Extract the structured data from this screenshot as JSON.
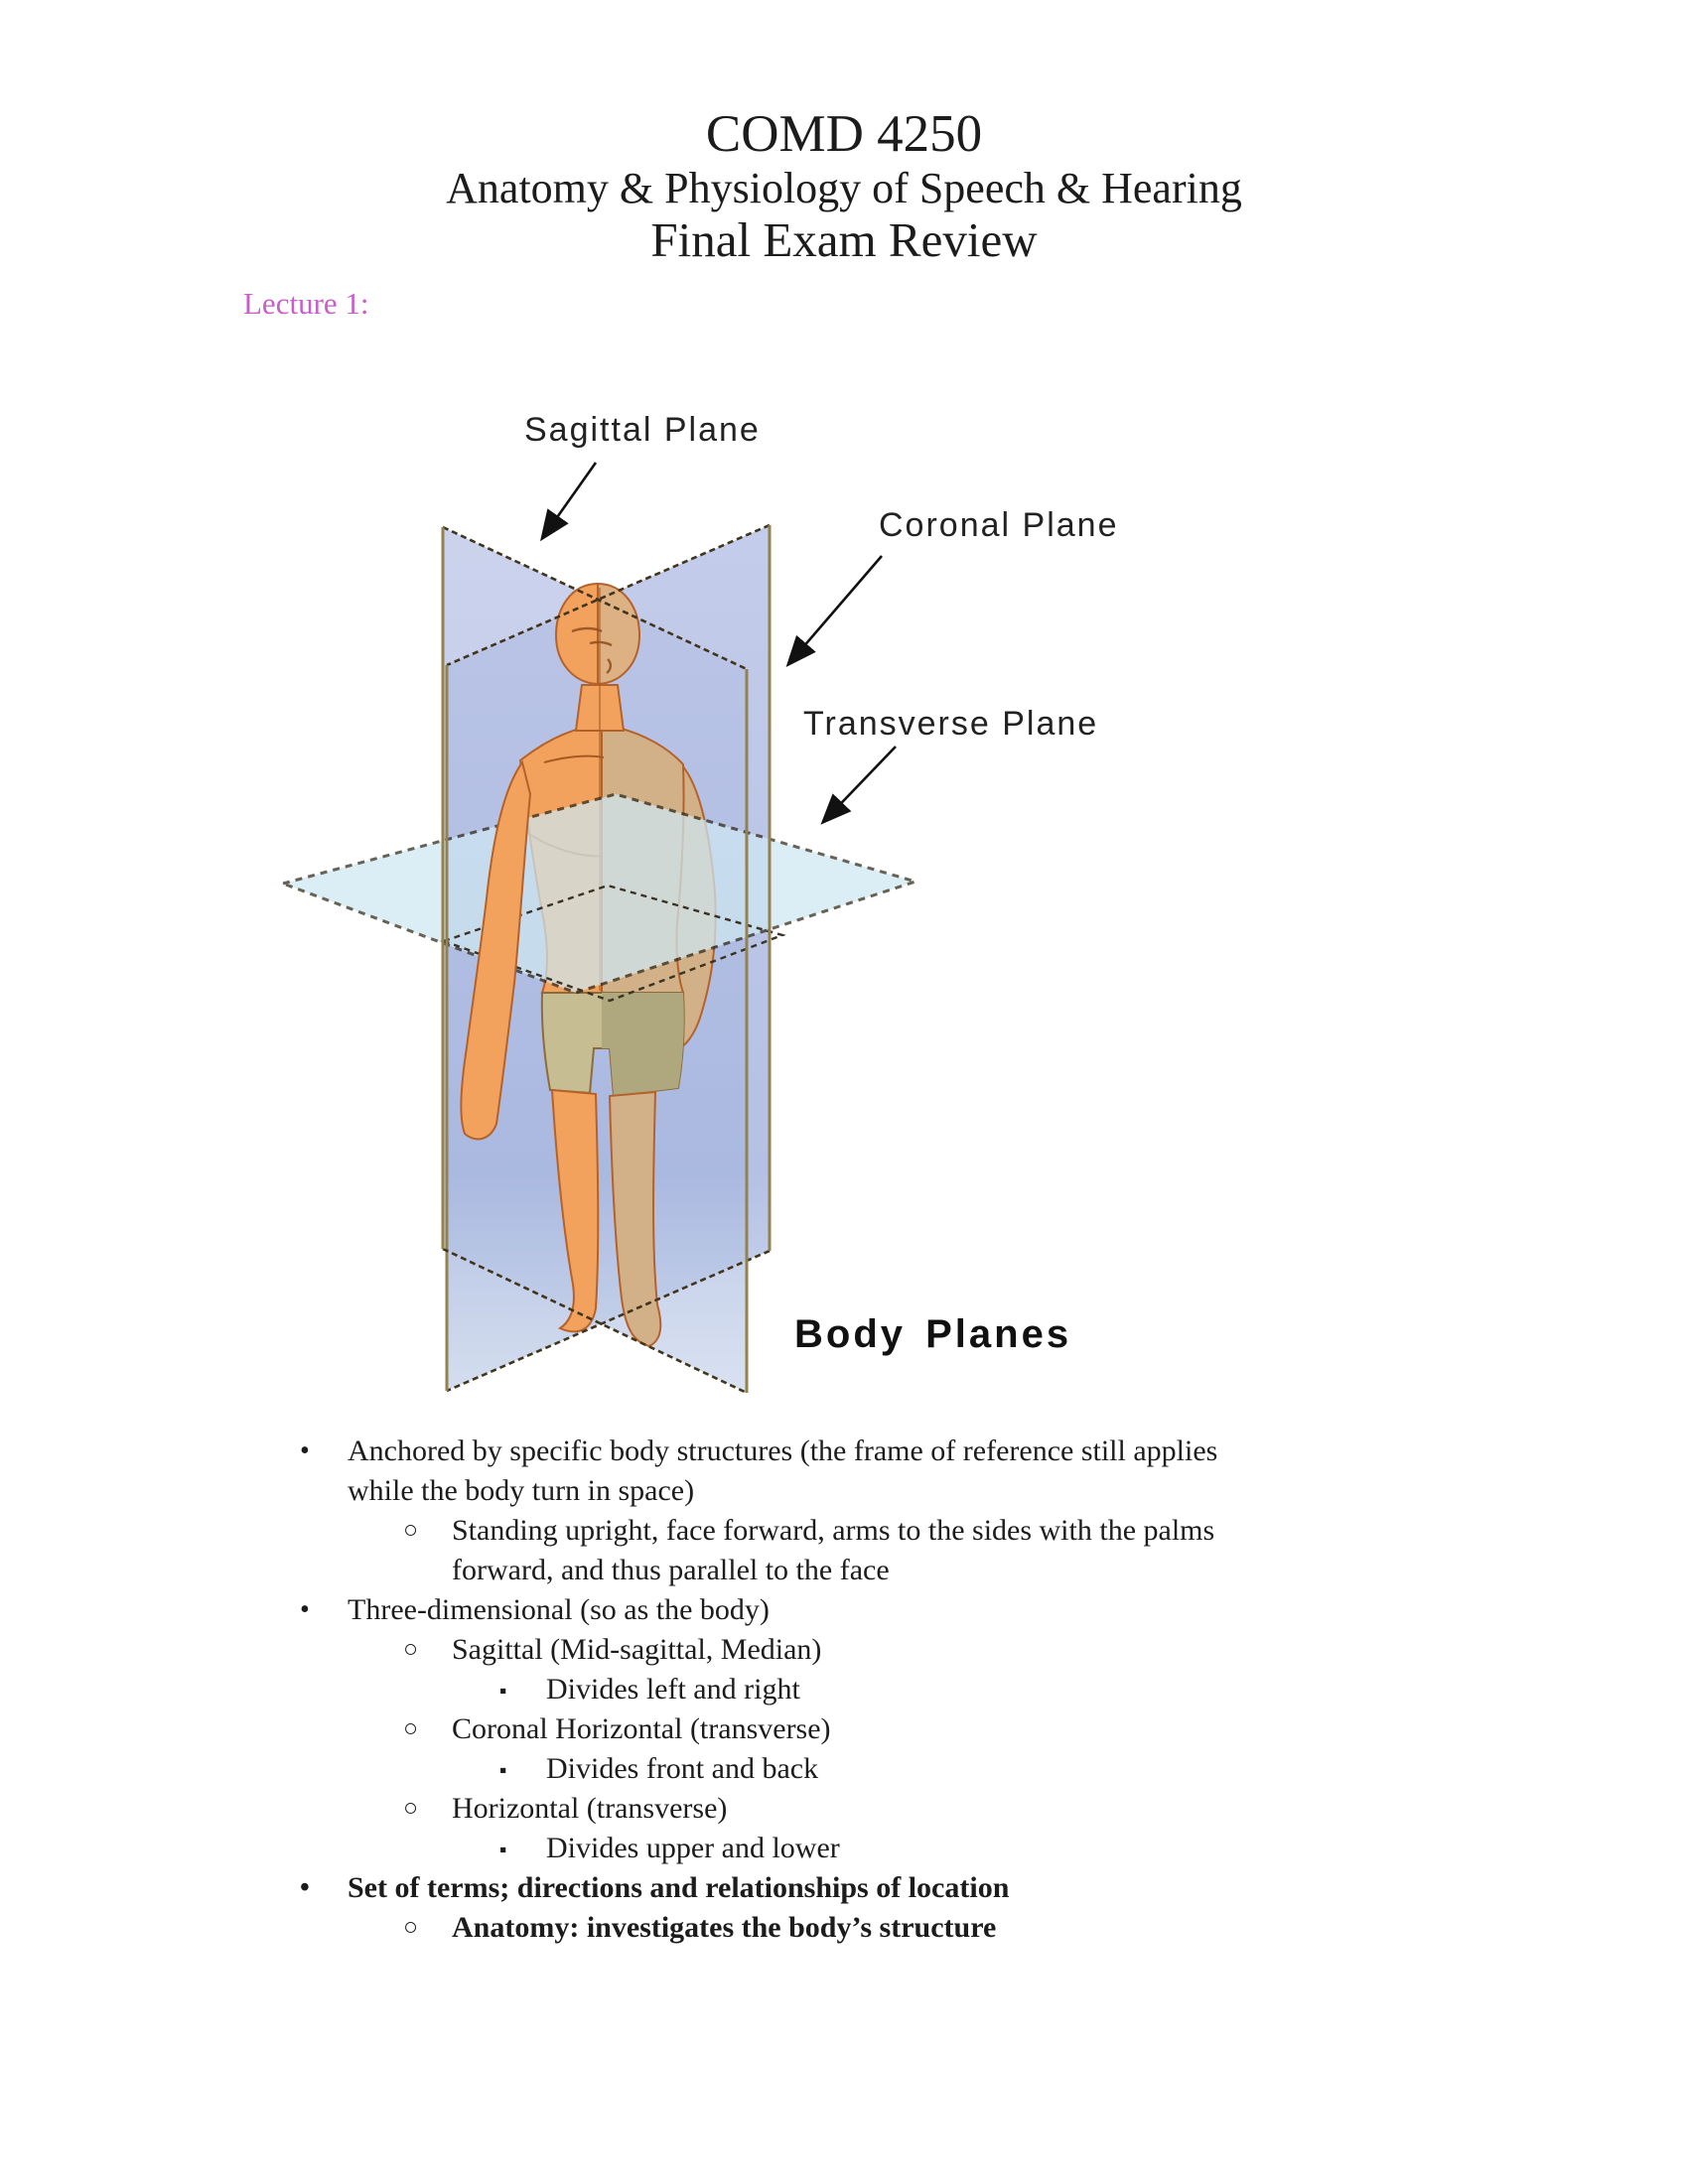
{
  "header": {
    "course_code": "COMD 4250",
    "course_name": "Anatomy & Physiology of Speech & Hearing",
    "document_title": "Final Exam Review"
  },
  "section_label": "Lecture 1:",
  "figure": {
    "labels": {
      "sagittal": "Sagittal Plane",
      "coronal": "Coronal Plane",
      "transverse": "Transverse Plane",
      "caption": "Body Planes"
    }
  },
  "bullets": {
    "markers": {
      "1": "•",
      "2": "○",
      "3": "▪"
    },
    "items": [
      {
        "level": 1,
        "bold": false,
        "lines": [
          "Anchored by specific body structures (the frame of reference still applies",
          "while the body turn in space)"
        ]
      },
      {
        "level": 2,
        "bold": false,
        "lines": [
          "Standing upright, face forward, arms to the sides with the palms",
          "forward, and thus parallel to the face"
        ]
      },
      {
        "level": 1,
        "bold": false,
        "lines": [
          "Three-dimensional (so as the body)"
        ]
      },
      {
        "level": 2,
        "bold": false,
        "lines": [
          "Sagittal (Mid-sagittal, Median)"
        ]
      },
      {
        "level": 3,
        "bold": false,
        "lines": [
          "Divides left and right"
        ]
      },
      {
        "level": 2,
        "bold": false,
        "lines": [
          "Coronal Horizontal (transverse)"
        ]
      },
      {
        "level": 3,
        "bold": false,
        "lines": [
          "Divides front and back"
        ]
      },
      {
        "level": 2,
        "bold": false,
        "lines": [
          "Horizontal (transverse)"
        ]
      },
      {
        "level": 3,
        "bold": false,
        "lines": [
          "Divides upper and lower"
        ]
      },
      {
        "level": 1,
        "bold": true,
        "lines": [
          "Set of terms; directions and relationships of location"
        ]
      },
      {
        "level": 2,
        "bold": true,
        "lines": [
          "Anatomy: investigates the body’s structure"
        ]
      }
    ]
  },
  "colors": {
    "lecture_label": "#c75ec9",
    "text": "#1c1c1c",
    "plane_blue": "#aab9e0",
    "plane_blue_light": "#c6d2ec",
    "transverse_blue": "#cfe8f2",
    "plane_edge_tan": "#93814f",
    "plane_edge_dark": "#41361d",
    "skin_bright": "#f3a25e",
    "skin_shaded": "#d2b189",
    "skin_outline": "#b5622a",
    "shorts": "#c6bd93",
    "shorts_shaded": "#afa77d"
  }
}
